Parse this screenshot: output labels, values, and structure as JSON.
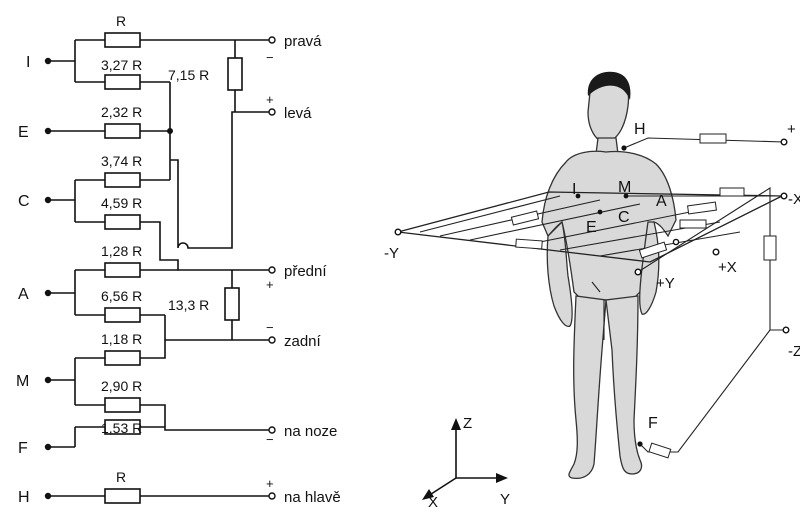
{
  "network": {
    "inputs": [
      "I",
      "E",
      "C",
      "A",
      "M",
      "F",
      "H"
    ],
    "resistors": [
      "R",
      "3,27 R",
      "2,32 R",
      "3,74 R",
      "4,59 R",
      "1,28 R",
      "6,56 R",
      "1,18 R",
      "2,90 R",
      "1,53 R",
      "R"
    ],
    "bridge_resistors": [
      "7,15 R",
      "13,3 R"
    ],
    "outputs": [
      "pravá",
      "levá",
      "přední",
      "zadní",
      "na noze",
      "na hlavě"
    ],
    "signs": {
      "minus": "−",
      "plus": "+"
    }
  },
  "figure": {
    "body_labels": [
      "H",
      "I",
      "M",
      "A",
      "E",
      "C",
      "F"
    ],
    "plane_labels": [
      "-Y",
      "+X",
      "+Y"
    ],
    "edge_labels": [
      "+",
      "-X",
      "-Z"
    ]
  },
  "axes": {
    "z": "Z",
    "x": "X",
    "y": "Y"
  }
}
